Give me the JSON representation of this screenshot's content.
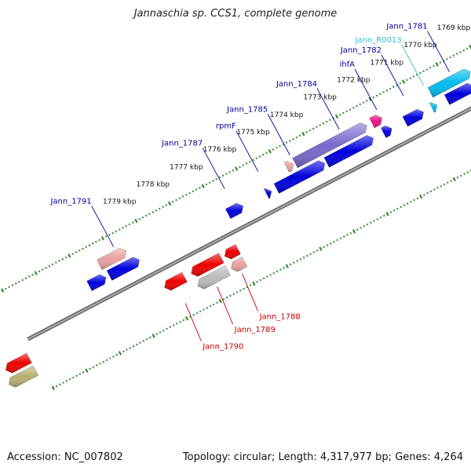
{
  "title": "Jannaschia sp. CCS1, complete genome",
  "footer": {
    "accession": "Accession: NC_007802",
    "topology": "Topology: circular;",
    "length": "Length: 4,317,977 bp;",
    "genes": "Genes: 4,264"
  },
  "colors": {
    "backbone": "#888888",
    "tick": "#2e8b2e",
    "forward_cds": "#0000dd",
    "reverse_cds": "#ee0000",
    "rna_forward": "#00bbee",
    "pseudo_forward": "#e9a0a0",
    "rrna": "#7b68cc",
    "trna": "#ee1188",
    "gray_feature": "#bbbbbb",
    "olive_feature": "#b8b070",
    "label_blue": "#000099",
    "label_red": "#cc0000",
    "label_cyan": "#33bbdd"
  },
  "scale_labels": [
    {
      "text": "1769 kbp",
      "s": 0
    },
    {
      "text": "1770 kbp",
      "s": 1
    },
    {
      "text": "1771 kbp",
      "s": 2
    },
    {
      "text": "1772 kbp",
      "s": 3
    },
    {
      "text": "1773 kbp",
      "s": 4
    },
    {
      "text": "1774 kbp",
      "s": 5
    },
    {
      "text": "1775 kbp",
      "s": 6
    },
    {
      "text": "1776 kbp",
      "s": 7
    },
    {
      "text": "1777 kbp",
      "s": 8
    },
    {
      "text": "1778 kbp",
      "s": 9
    },
    {
      "text": "1779 kbp",
      "s": 10
    }
  ],
  "genes": [
    {
      "id": "Jann_1781",
      "strand": "+",
      "start": 0.4,
      "end": 1.2,
      "color": "forward_cds",
      "label": "Jann_1781",
      "label_color": "label_blue"
    },
    {
      "id": "Jann_R0013",
      "strand": "+",
      "start": 1.5,
      "end": 1.65,
      "color": "rna_forward",
      "label": "Jann_R0013",
      "label_color": "label_cyan"
    },
    {
      "id": "Jann_1782",
      "strand": "+",
      "start": 1.9,
      "end": 2.45,
      "color": "forward_cds",
      "label": "Jann_1782",
      "label_color": "label_blue"
    },
    {
      "id": "ihfA",
      "strand": "+",
      "start": 2.85,
      "end": 3.1,
      "color": "forward_cds",
      "label": "ihfA",
      "label_color": "label_blue"
    },
    {
      "id": "Jann_1784",
      "strand": "+",
      "start": 3.4,
      "end": 4.8,
      "color": "forward_cds",
      "label": "Jann_1784",
      "label_color": "label_blue"
    },
    {
      "id": "Jann_1785",
      "strand": "+",
      "start": 4.85,
      "end": 6.3,
      "color": "forward_cds",
      "label": "Jann_1785",
      "label_color": "label_blue"
    },
    {
      "id": "rpmF",
      "strand": "+",
      "start": 6.45,
      "end": 6.6,
      "color": "forward_cds",
      "label": "rpmF",
      "label_color": "label_blue"
    },
    {
      "id": "Jann_1787",
      "strand": "+",
      "start": 7.3,
      "end": 7.75,
      "color": "forward_cds",
      "label": "Jann_1787",
      "label_color": "label_blue"
    },
    {
      "id": "Jann_1791",
      "strand": "+",
      "start": 10.4,
      "end": 11.3,
      "color": "forward_cds",
      "label": "Jann_1791",
      "label_color": "label_blue"
    },
    {
      "id": "Jann_1792",
      "strand": "+",
      "start": 11.4,
      "end": 11.9,
      "color": "forward_cds",
      "label": "",
      "label_color": "label_blue"
    },
    {
      "id": "Jann_1788",
      "strand": "-",
      "start": 7.95,
      "end": 8.35,
      "color": "reverse_cds",
      "label": "Jann_1788",
      "label_color": "label_red"
    },
    {
      "id": "Jann_1789",
      "strand": "-",
      "start": 8.45,
      "end": 9.35,
      "color": "reverse_cds",
      "label": "Jann_1789",
      "label_color": "label_red"
    },
    {
      "id": "Jann_1790",
      "strand": "-",
      "start": 9.55,
      "end": 10.15,
      "color": "reverse_cds",
      "label": "Jann_1790",
      "label_color": "label_red"
    },
    {
      "id": "Jann_1793",
      "strand": "-",
      "start": 14.2,
      "end": 14.9,
      "color": "reverse_cds",
      "label": "",
      "label_color": "label_red"
    }
  ],
  "rna_features": [
    {
      "strand": "+",
      "start": 0.3,
      "end": 1.5,
      "color": "rna_forward"
    },
    {
      "strand": "+",
      "start": 2.95,
      "end": 3.25,
      "color": "trna"
    },
    {
      "strand": "+",
      "start": 3.4,
      "end": 5.55,
      "color": "rrna"
    },
    {
      "strand": "+",
      "start": 5.6,
      "end": 5.8,
      "color": "pseudo_forward"
    },
    {
      "strand": "+",
      "start": 10.6,
      "end": 11.4,
      "color": "pseudo_forward"
    },
    {
      "strand": "-",
      "start": 7.95,
      "end": 8.35,
      "color": "pseudo_forward"
    },
    {
      "strand": "-",
      "start": 8.45,
      "end": 9.35,
      "color": "gray_feature"
    },
    {
      "strand": "-",
      "start": 14.2,
      "end": 15.0,
      "color": "olive_feature"
    }
  ]
}
